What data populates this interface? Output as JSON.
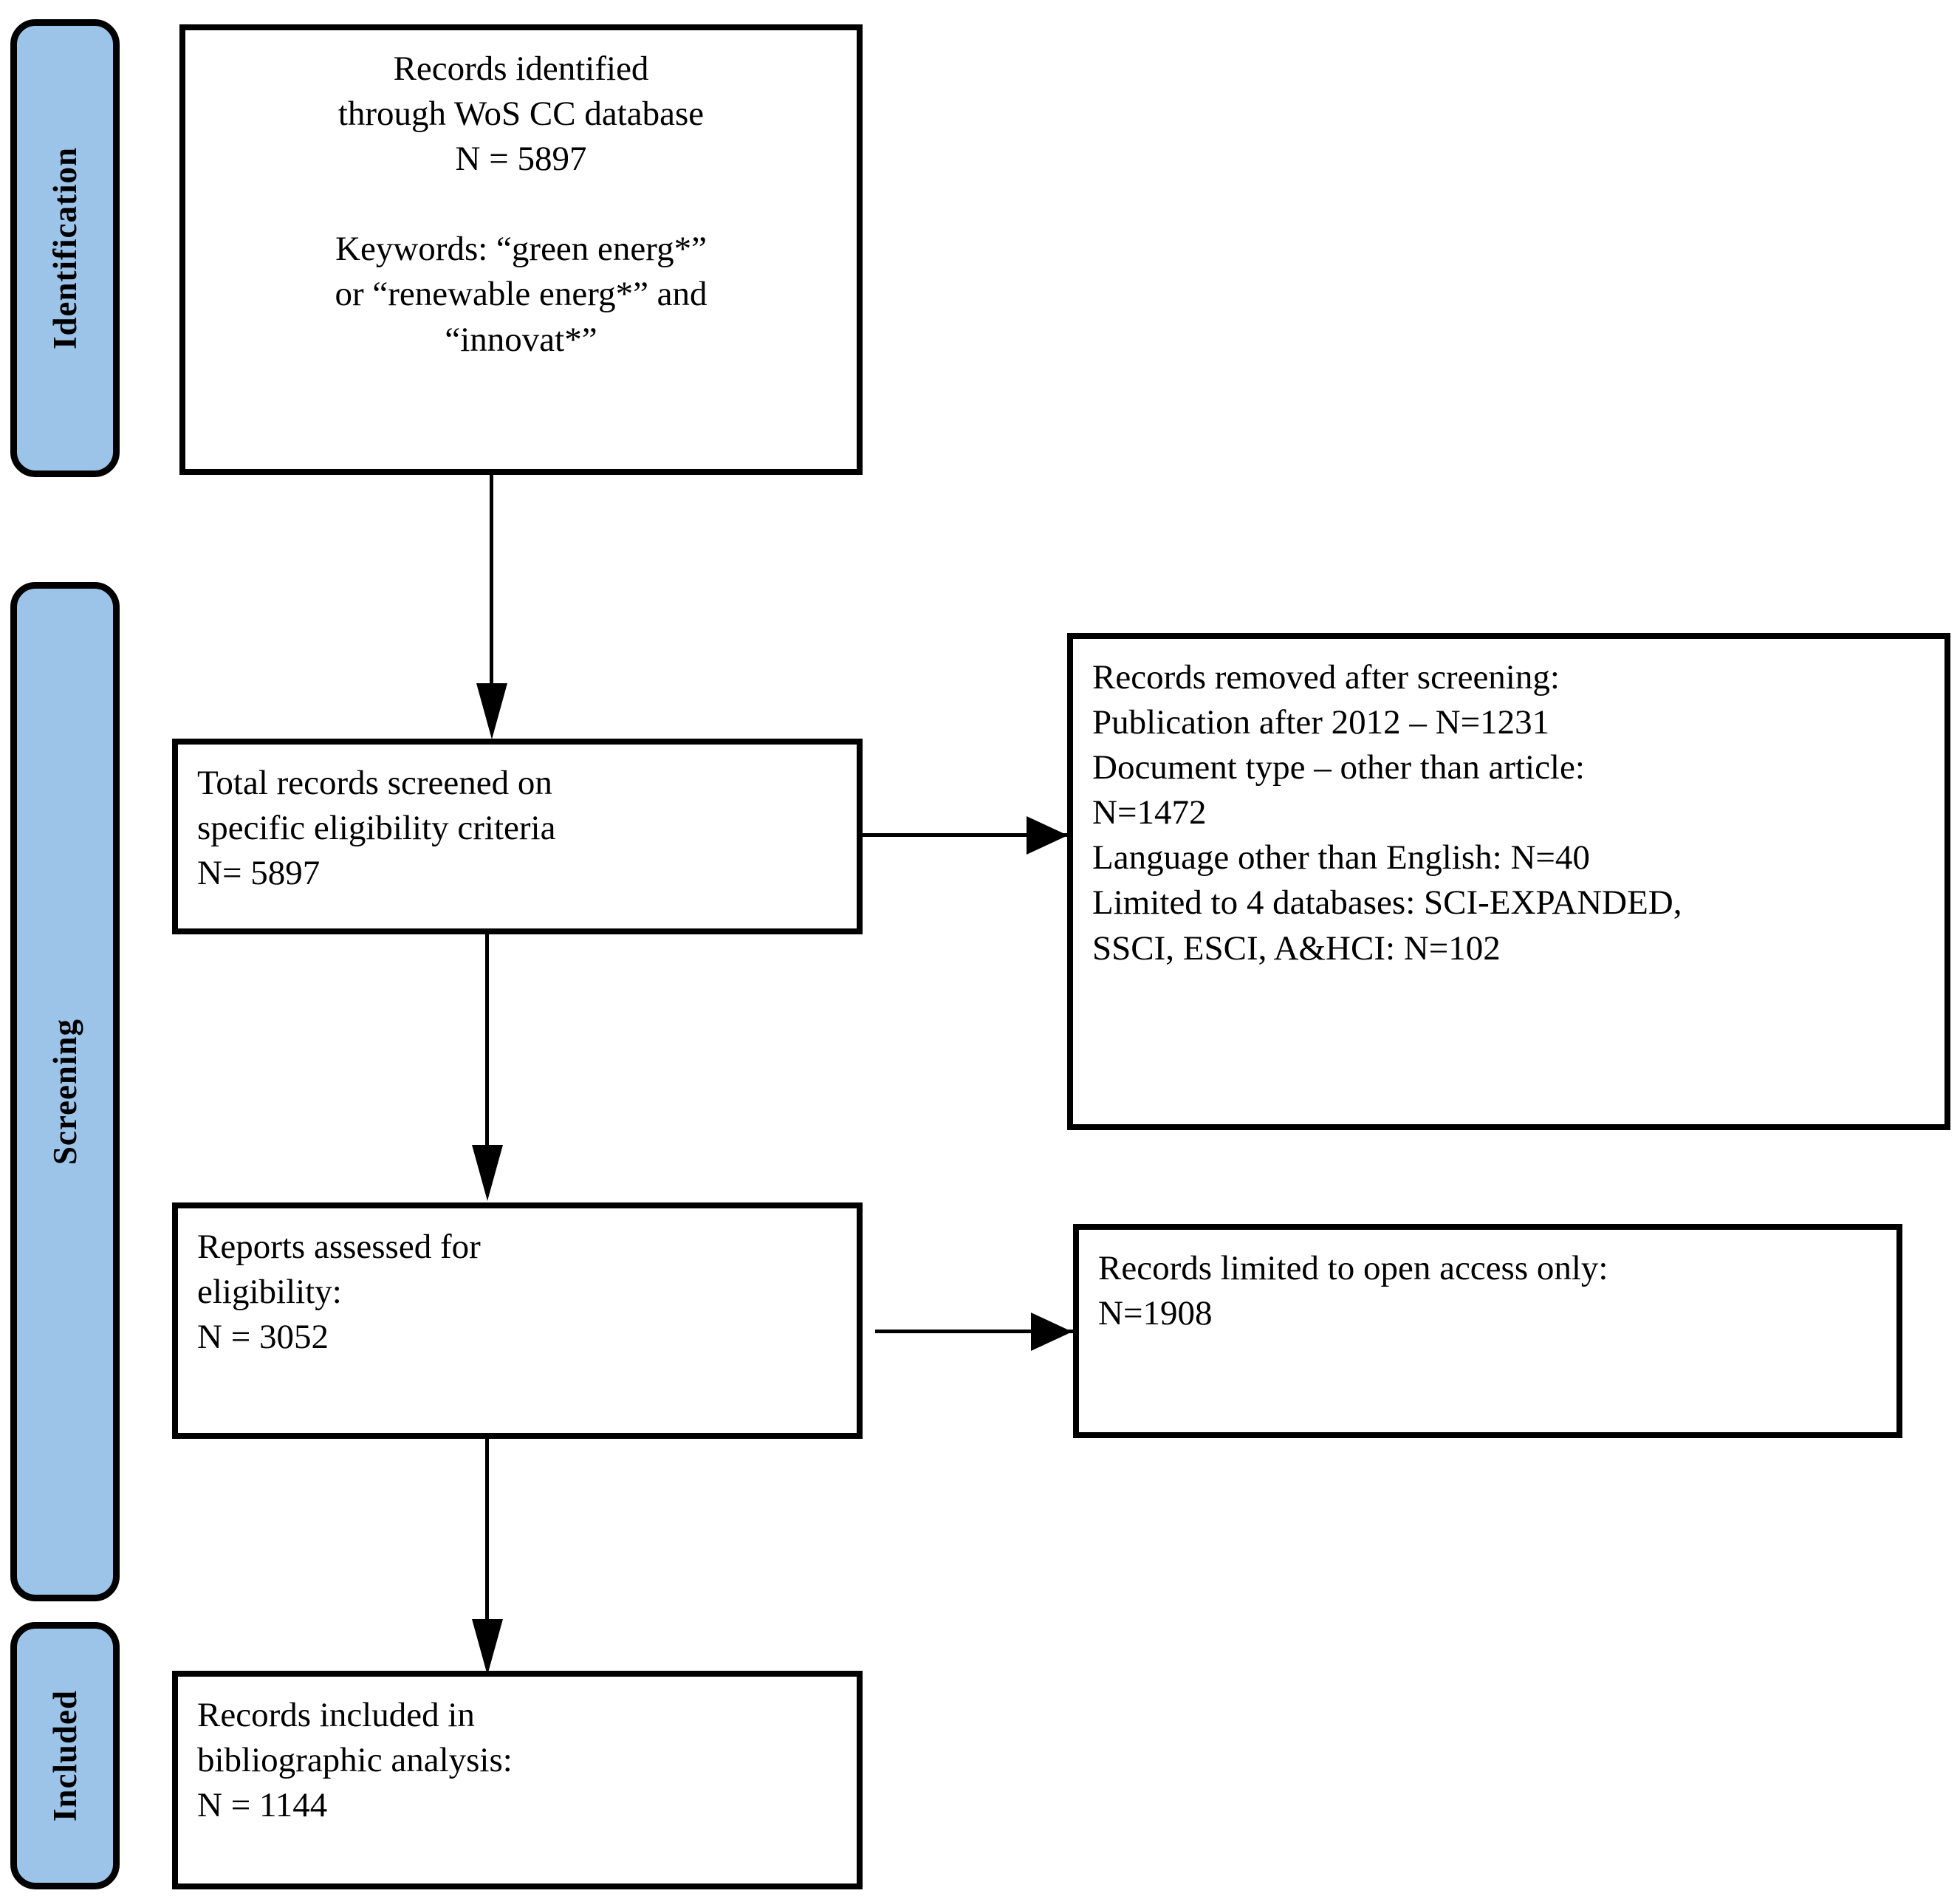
{
  "diagram": {
    "title": "PRISMA study selection flow diagram",
    "accent_color": "#9CC3E8",
    "border_color": "#000000",
    "background_color": "#FFFFFF"
  },
  "phases": [
    {
      "id": "identification",
      "label": "Identification"
    },
    {
      "id": "screening",
      "label": "Screening"
    },
    {
      "id": "included",
      "label": "Included"
    }
  ],
  "boxes": {
    "identified": {
      "id": "records-identified",
      "text": "Records identified\nthrough WoS CC database\nN = 5897\n\nKeywords: “green energ*”\nor “renewable energ*” and\n“innovat*”"
    },
    "screened": {
      "id": "total-records-screened",
      "text": "Total records screened on\nspecific eligibility criteria\nN= 5897"
    },
    "removed": {
      "id": "records-removed-after-screening",
      "text": "Records removed after screening:\nPublication after 2012 – N=1231\nDocument type – other than article:\nN=1472\nLanguage other than English: N=40\nLimited to 4 databases: SCI-EXPANDED,\nSSCI, ESCI, A&HCI: N=102"
    },
    "assessed": {
      "id": "reports-assessed-for-eligibility",
      "text": "Reports assessed for\neligibility:\nN = 3052"
    },
    "open_access": {
      "id": "records-limited-to-open-access",
      "text": "Records limited to open access only:\nN=1908"
    },
    "included": {
      "id": "records-included-in-analysis",
      "text": "Records included in\nbibliographic analysis:\nN = 1144"
    }
  },
  "chart_data": {
    "type": "diagram",
    "title": "PRISMA flow of records through identification, screening and inclusion",
    "nodes": [
      {
        "id": "identified",
        "phase": "Identification",
        "label": "Records identified through WoS CC database",
        "n": 5897,
        "keywords": "“green energ*” or “renewable energ*” and “innovat*”"
      },
      {
        "id": "screened",
        "phase": "Screening",
        "label": "Total records screened on specific eligibility criteria",
        "n": 5897
      },
      {
        "id": "removed",
        "phase": "Screening",
        "label": "Records removed after screening",
        "exclusions": [
          {
            "reason": "Publication after 2012",
            "n": 1231
          },
          {
            "reason": "Document type – other than article",
            "n": 1472
          },
          {
            "reason": "Language other than English",
            "n": 40
          },
          {
            "reason": "Limited to 4 databases: SCI-EXPANDED, SSCI, ESCI, A&HCI",
            "n": 102
          }
        ]
      },
      {
        "id": "assessed",
        "phase": "Screening",
        "label": "Reports assessed for eligibility",
        "n": 3052
      },
      {
        "id": "open_access",
        "phase": "Screening",
        "label": "Records limited to open access only",
        "n": 1908
      },
      {
        "id": "included",
        "phase": "Included",
        "label": "Records included in bibliographic analysis",
        "n": 1144
      }
    ],
    "edges": [
      {
        "from": "identified",
        "to": "screened",
        "direction": "down"
      },
      {
        "from": "screened",
        "to": "removed",
        "direction": "right"
      },
      {
        "from": "screened",
        "to": "assessed",
        "direction": "down"
      },
      {
        "from": "assessed",
        "to": "open_access",
        "direction": "right"
      },
      {
        "from": "assessed",
        "to": "included",
        "direction": "down"
      }
    ]
  }
}
